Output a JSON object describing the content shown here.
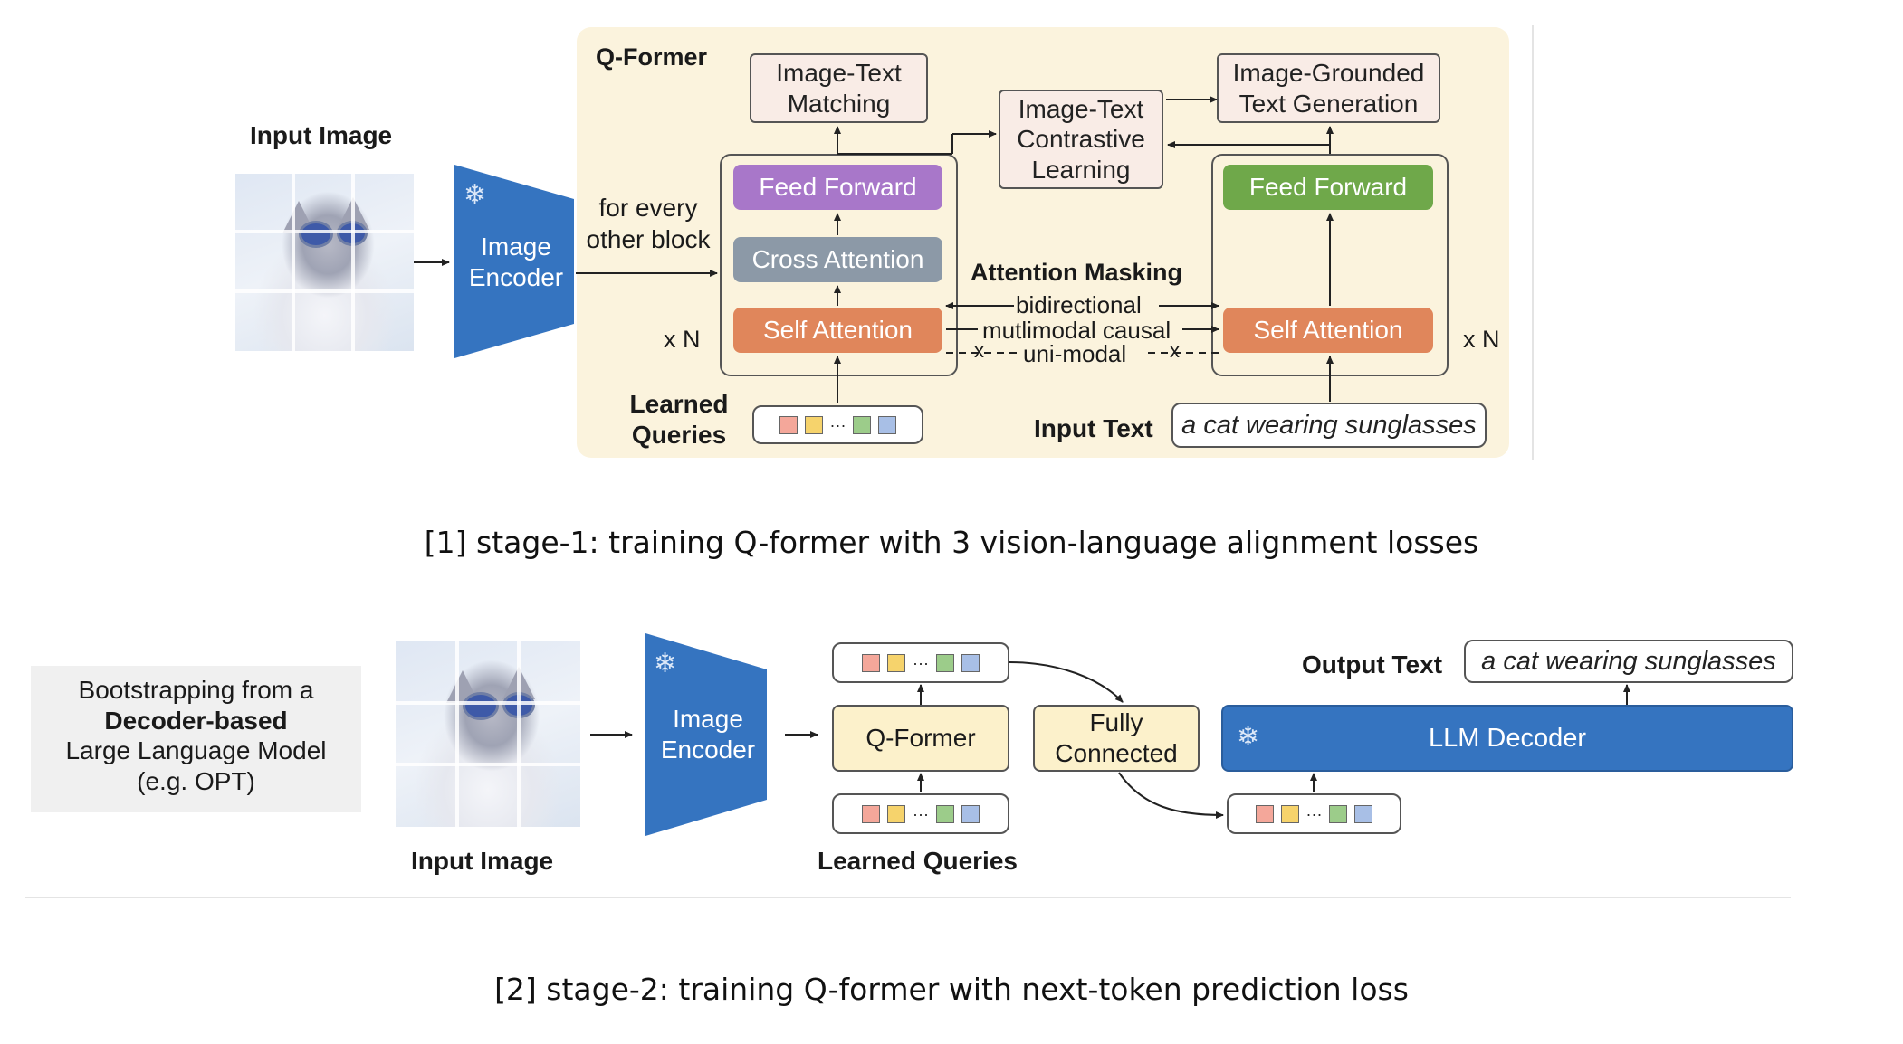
{
  "stage1": {
    "qformer_title": "Q-Former",
    "input_image_label": "Input Image",
    "image_encoder": [
      "Image",
      "Encoder"
    ],
    "every_other_block": [
      "for every",
      "other block"
    ],
    "itm": [
      "Image-Text",
      "Matching"
    ],
    "itc": [
      "Image-Text",
      "Contrastive",
      "Learning"
    ],
    "itg": [
      "Image-Grounded",
      "Text Generation"
    ],
    "feed_forward": "Feed Forward",
    "cross_attention": "Cross Attention",
    "self_attention": "Self Attention",
    "attention_masking": "Attention Masking",
    "mask_bidirectional": "bidirectional",
    "mask_causal": "mutlimodal causal",
    "mask_unimodal": "uni-modal",
    "mask_x": "x",
    "repeat_n": "x N",
    "learned_queries": [
      "Learned",
      "Queries"
    ],
    "input_text_label": "Input Text",
    "input_text": "a cat wearing sunglasses",
    "query_dots": "···",
    "caption": "[1] stage-1: training Q-former with 3 vision-language alignment losses"
  },
  "stage2": {
    "bootstrap": [
      "Bootstrapping from a",
      "Decoder-based",
      "Large Language Model",
      "(e.g. OPT)"
    ],
    "input_image_label": "Input Image",
    "image_encoder": [
      "Image",
      "Encoder"
    ],
    "qformer": "Q-Former",
    "fully_connected": [
      "Fully",
      "Connected"
    ],
    "llm_decoder": "LLM Decoder",
    "output_text_label": "Output Text",
    "output_text": "a cat wearing sunglasses",
    "learned_queries": "Learned Queries",
    "query_dots": "···",
    "caption": "[2] stage-2: training Q-former with next-token prediction loss"
  },
  "colors": {
    "qformer_bg": "#fbf3dd",
    "encoder_blue": "#3574c0",
    "feed_forward_purple": "#a877c9",
    "feed_forward_green": "#6fa84a",
    "cross_attention_gray": "#8c99a7",
    "self_attention_orange": "#e0865b",
    "loss_box_peach": "#f9ece6",
    "fc_yellow": "#fcf1cb",
    "query_red": "#f4a79a",
    "query_yellow": "#f6d36c",
    "query_green": "#9ccc8a",
    "query_blue": "#a8bfe6"
  },
  "icons": [
    "snowflake-icon",
    "cat-image"
  ]
}
